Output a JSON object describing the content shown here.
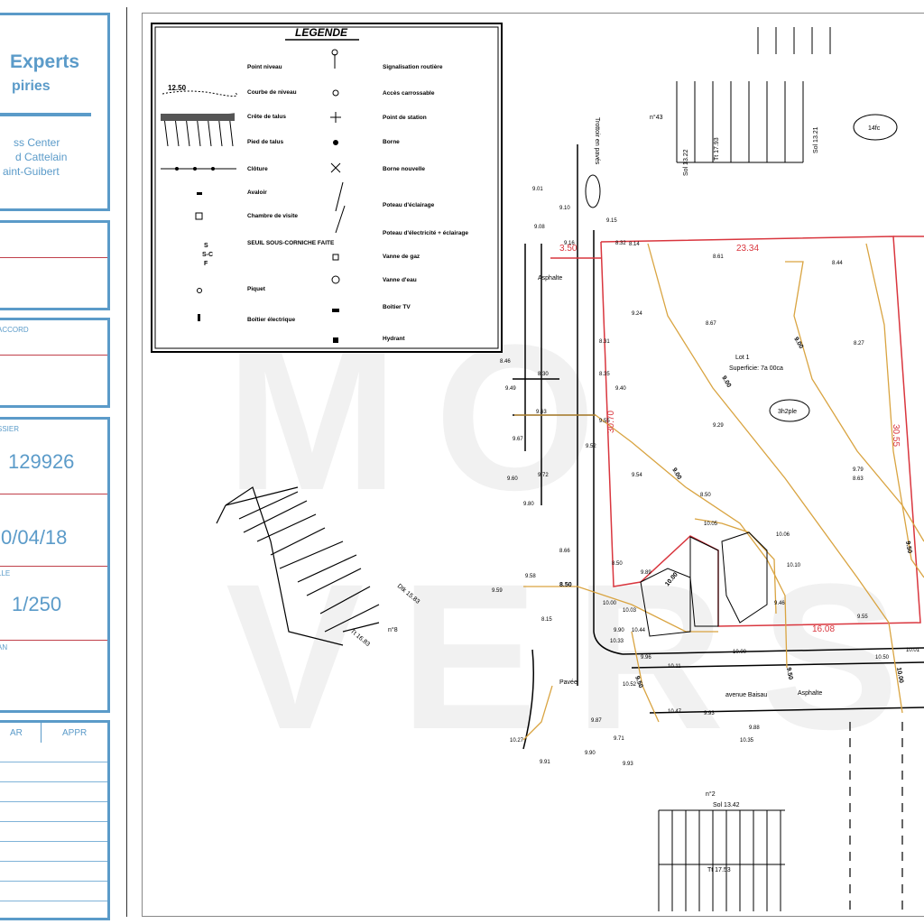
{
  "company": {
    "name": "Experts",
    "subtitle": "piries",
    "address": [
      "ss Center",
      "d Cattelain",
      "aint-Guibert"
    ]
  },
  "accord": {
    "label": "ACCORD"
  },
  "dossier": {
    "label": "SSIER",
    "number": "129926",
    "date": "0/04/18"
  },
  "echelle": {
    "label": "LLE",
    "value": "1/250"
  },
  "plan": {
    "label": "AN"
  },
  "revisions": {
    "headers": [
      "AR",
      "APPR"
    ]
  },
  "legend": {
    "title": "LEGENDE",
    "left": [
      "Point niveau",
      "Courbe de niveau",
      "Crête de talus",
      "Pied de talus",
      "Clôture",
      "Avaloir",
      "Chambre de visite",
      "SEUIL SOUS-CORNICHE FAITE",
      "Piquet",
      "Boîtier électrique"
    ],
    "right": [
      "Signalisation routière",
      "Accès carrossable",
      "Point de station",
      "Borne",
      "Borne nouvelle",
      "Poteau d'éclairage",
      "Poteau d'électricité + éclairage",
      "Vanne de gaz",
      "Vanne d'eau",
      "Boîtier TV",
      "Hydrant"
    ],
    "sample_level": "12.50",
    "symbol_s": "S",
    "symbol_sc": "S-C",
    "symbol_f": "F"
  },
  "plan_labels": {
    "lot": "Lot 1",
    "superficie": "Superficie: 7a 00ca",
    "parcel_a": "3h2ple",
    "parcel_b": "14fc",
    "street": "avenue Baisau",
    "asphalte_1": "Asphalte",
    "asphalte_2": "Asphalte",
    "pavee": "Pavée",
    "dim_top": "23.34",
    "dim_left": "3.50",
    "dim_bottom": "16.08",
    "dim_right": "30.55",
    "dim_left_side": "30.70",
    "no43": "n°43",
    "no2": "n°2",
    "no8": "n°8",
    "trottoir": "Trottoir en pavés",
    "sol_1": "Sol 13.22",
    "sol_2": "Sol 13.21",
    "sol_3": "Sol 13.42",
    "tt_1": "Tt 17.93",
    "tt_2": "Tt 17.53",
    "tt_3": "Tt 16.83",
    "dtk_1": "Dtk 15.83"
  },
  "heights": [
    "9.01",
    "9.08",
    "9.10",
    "9.15",
    "9.16",
    "8.32",
    "8.14",
    "8.61",
    "8.44",
    "9.24",
    "8.67",
    "8.27",
    "8.31",
    "8.46",
    "8.30",
    "8.35",
    "9.40",
    "9.49",
    "9.63",
    "9.55",
    "9.52",
    "9.29",
    "9.67",
    "8.50",
    "9.54",
    "9.72",
    "9.60",
    "9.80",
    "9.79",
    "8.63",
    "8.66",
    "8.50",
    "9.89",
    "10.00",
    "10.03",
    "10.05",
    "10.06",
    "10.10",
    "9.46",
    "9.55",
    "9.59",
    "9.58",
    "8.15",
    "10.33",
    "9.96",
    "10.11",
    "10.00",
    "10.01",
    "9.93",
    "9.87",
    "9.71",
    "9.88",
    "10.35",
    "10.27",
    "9.91",
    "9.90",
    "9.93",
    "10.50",
    "10.52",
    "10.44",
    "10.47",
    "9.90"
  ],
  "contours": [
    "9.00",
    "9.00",
    "9.00",
    "8.50",
    "9.50",
    "9.50",
    "10.00",
    "10.00",
    "9.50"
  ],
  "watermark": "MO  VERS"
}
